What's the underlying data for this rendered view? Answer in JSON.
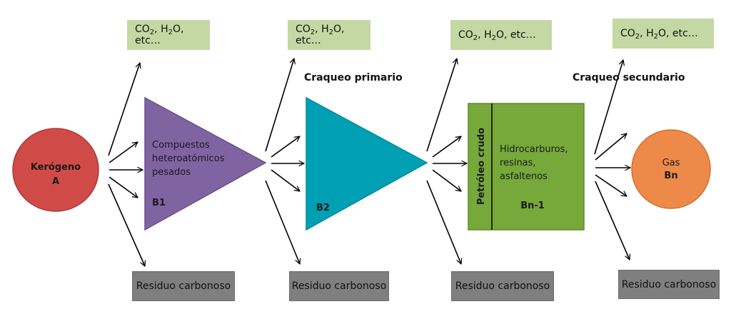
{
  "diagram": {
    "title": "",
    "nodes": [
      {
        "id": "kerogeno",
        "shape": "circle",
        "lines": [
          "Kerógeno",
          "A"
        ],
        "color": "#d04b48"
      },
      {
        "id": "b1",
        "shape": "triangle",
        "lines": [
          "Compuestos",
          "heteroatómicos",
          "pesados"
        ],
        "code": "B1",
        "color": "#8064a2"
      },
      {
        "id": "b2",
        "shape": "triangle",
        "lines": [],
        "code": "B2",
        "color": "#00a0b4"
      },
      {
        "id": "bn1",
        "shape": "rectangle",
        "side_label": "Petróleo crudo",
        "lines": [
          "Hidrocarburos,",
          "resinas,",
          "asfaltenos"
        ],
        "code": "Bn-1",
        "color": "#77a83a"
      },
      {
        "id": "bn",
        "shape": "circle",
        "lines": [
          "Gas",
          "Bn"
        ],
        "color": "#ee8a49"
      }
    ],
    "stage_labels": {
      "primary": "Craqueo primario",
      "secondary": "Craqueo secundario"
    },
    "byproducts": {
      "gas": {
        "co2": "CO",
        "co2_sub": "2",
        "h2o_pre": ", H",
        "h2o_sub": "2",
        "h2o_post": "O, etc…",
        "color": "#c4d8a3"
      },
      "residue": {
        "label": "Residuo carbonoso",
        "color": "#7f7f7f"
      }
    },
    "edges": [
      {
        "from": "kerogeno",
        "to": [
          "gas-byproduct-1",
          "b1",
          "residue-1"
        ]
      },
      {
        "from": "b1",
        "to": [
          "gas-byproduct-2",
          "b2",
          "residue-2"
        ]
      },
      {
        "from": "b2",
        "to": [
          "gas-byproduct-3",
          "bn1",
          "residue-3"
        ]
      },
      {
        "from": "bn1",
        "to": [
          "gas-byproduct-4",
          "bn",
          "residue-4"
        ]
      }
    ]
  }
}
